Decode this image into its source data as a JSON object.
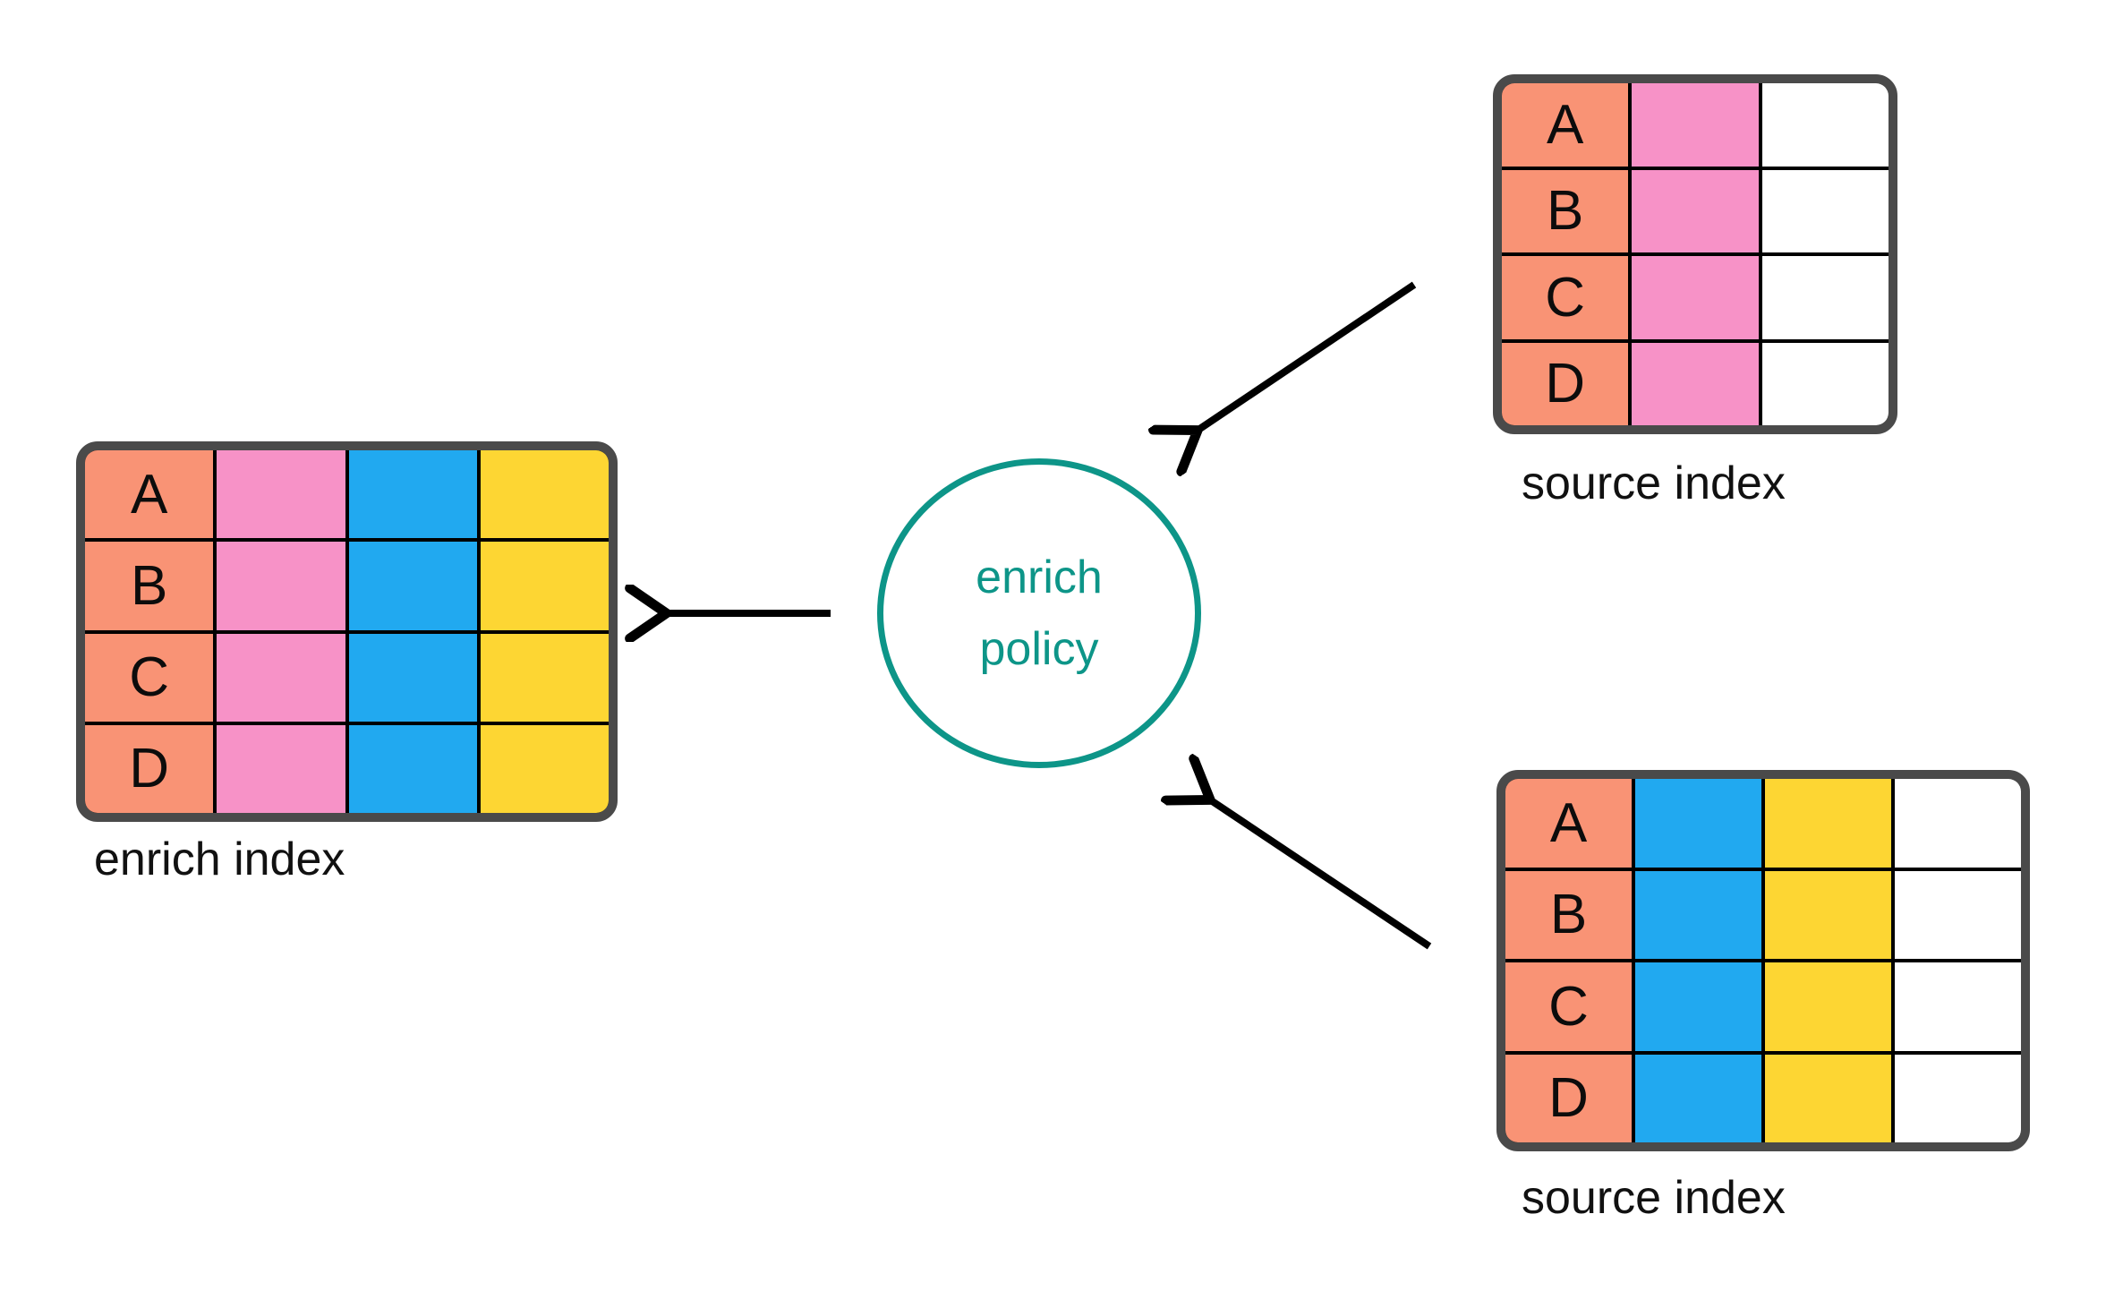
{
  "page": {
    "background": "#FFFFFF"
  },
  "palette": {
    "salmon": "#F99375",
    "pink": "#F792C7",
    "blue": "#21A9F0",
    "yellow": "#FDD633",
    "white": "#FFFFFF",
    "teal": "#0D9588",
    "border": "#4A4A4A",
    "arrow": "#000000"
  },
  "policy_circle": {
    "line1": "enrich",
    "line2": "policy"
  },
  "tables": {
    "enrich_index": {
      "label": "enrich index",
      "row_labels": [
        "A",
        "B",
        "C",
        "D"
      ],
      "columns": [
        "salmon",
        "pink",
        "blue",
        "yellow"
      ]
    },
    "source_index_top": {
      "label": "source index",
      "row_labels": [
        "A",
        "B",
        "C",
        "D"
      ],
      "columns": [
        "salmon",
        "pink",
        "white"
      ]
    },
    "source_index_bottom": {
      "label": "source index",
      "row_labels": [
        "A",
        "B",
        "C",
        "D"
      ],
      "columns": [
        "salmon",
        "blue",
        "yellow",
        "white"
      ]
    }
  },
  "arrows": [
    {
      "name": "top-source-to-policy",
      "glyph": "↙"
    },
    {
      "name": "policy-to-enrich-index",
      "glyph": "←"
    },
    {
      "name": "bottom-source-to-policy",
      "glyph": "↖"
    }
  ]
}
